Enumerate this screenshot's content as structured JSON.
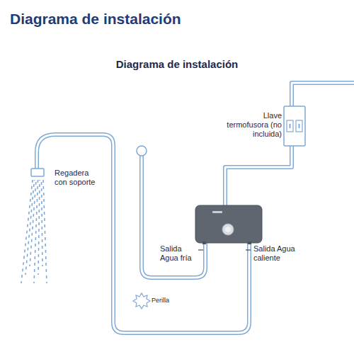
{
  "diagram": {
    "title": "Diagrama de instalación",
    "labels": [
      "Diagrama de instalación",
      "Llave termofusora (no incluida)",
      "Regadera con soporte",
      "Salida Agua fría",
      "Salida Agua caliente",
      "Perilla"
    ]
  }
}
